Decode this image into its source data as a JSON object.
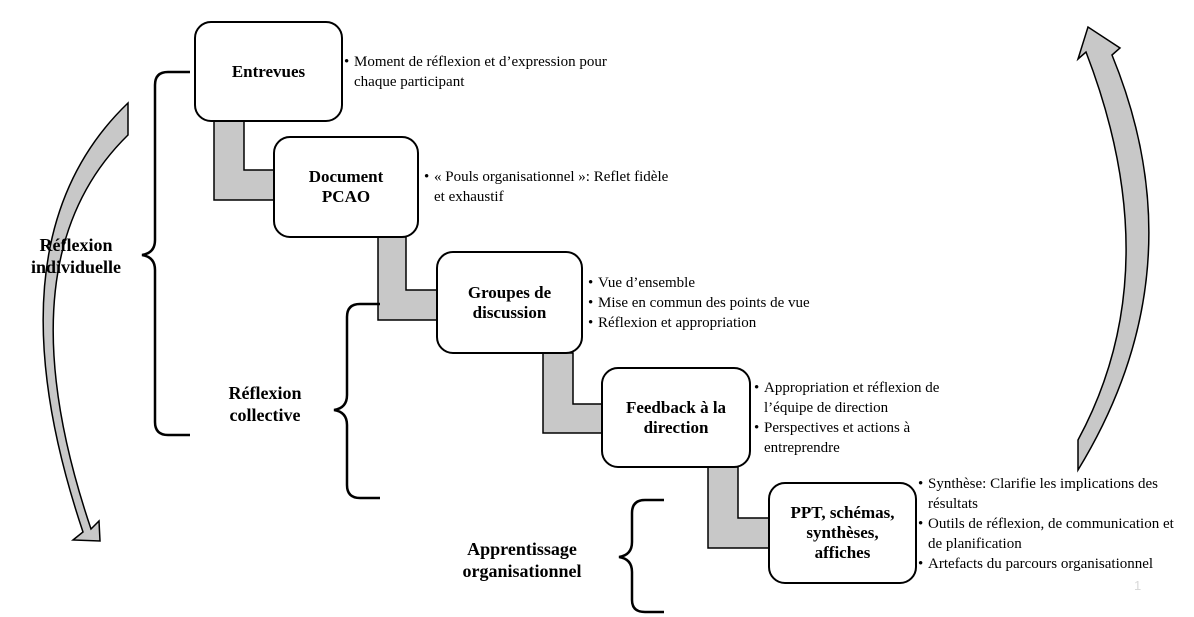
{
  "steps": [
    {
      "title": "Entrevues",
      "bullets": [
        "Moment de réflexion et d’expression pour chaque participant"
      ]
    },
    {
      "title": "Document\nPCAO",
      "bullets": [
        "« Pouls organisationnel »: Reflet fidèle et exhaustif"
      ]
    },
    {
      "title": "Groupes de\ndiscussion",
      "bullets": [
        "Vue d’ensemble",
        "Mise en commun des points de vue",
        "Réflexion et appropriation"
      ]
    },
    {
      "title": "Feedback à la\ndirection",
      "bullets": [
        "Appropriation et réflexion de l’équipe de direction",
        "Perspectives et actions à entreprendre"
      ]
    },
    {
      "title": "PPT, schémas,\nsynthèses,\naffiches",
      "bullets": [
        "Synthèse: Clarifie les implications des résultats",
        "Outils de réflexion, de communication et de planification",
        "Artefacts du parcours organisationnel"
      ]
    }
  ],
  "groups": {
    "individual": "Réflexion\nindividuelle",
    "collective": "Réflexion\ncollective",
    "organizational": "Apprentissage\norganisationnel"
  },
  "slide_number": "1"
}
